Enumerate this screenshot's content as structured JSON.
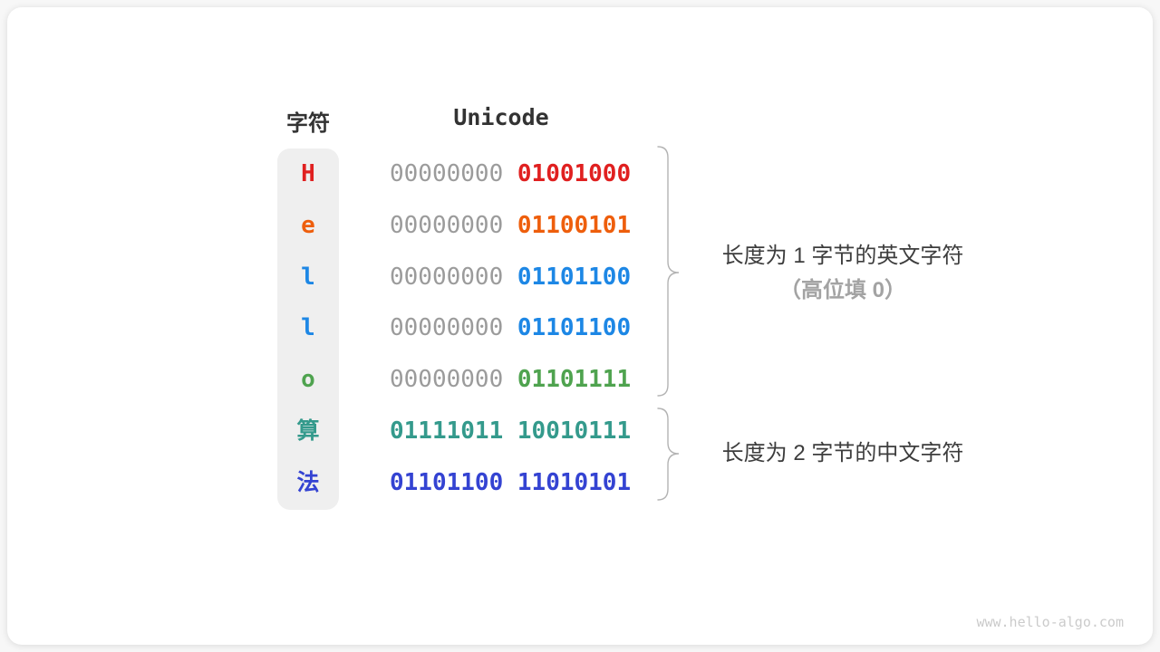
{
  "header": {
    "char_col": "字符",
    "unicode_col": "Unicode"
  },
  "rows": [
    {
      "char": "H",
      "color": "#e02020",
      "byte1": "00000000",
      "byte1_grey": true,
      "byte2": "01001000"
    },
    {
      "char": "e",
      "color": "#ee5e0c",
      "byte1": "00000000",
      "byte1_grey": true,
      "byte2": "01100101"
    },
    {
      "char": "l",
      "color": "#1d87e5",
      "byte1": "00000000",
      "byte1_grey": true,
      "byte2": "01101100"
    },
    {
      "char": "l",
      "color": "#1d87e5",
      "byte1": "00000000",
      "byte1_grey": true,
      "byte2": "01101100"
    },
    {
      "char": "o",
      "color": "#4fa34f",
      "byte1": "00000000",
      "byte1_grey": true,
      "byte2": "01101111"
    },
    {
      "char": "算",
      "color": "#349a8c",
      "byte1": "01111011",
      "byte1_grey": false,
      "byte2": "10010111"
    },
    {
      "char": "法",
      "color": "#3443d2",
      "byte1": "01101100",
      "byte1_grey": false,
      "byte2": "11010101"
    }
  ],
  "annotations": {
    "group1_line1": "长度为 1 字节的英文字符",
    "group1_line2": "（高位填 0）",
    "group2_line1": "长度为 2 字节的中文字符"
  },
  "watermark": "www.hello-algo.com",
  "colors": {
    "grey_bits": "#9b9b9b",
    "pill_bg": "#efefef",
    "brace": "#b3b3b3",
    "text_dark": "#3d3d3d",
    "text_grey": "#a3a3a3",
    "watermark": "#cbcbcb"
  },
  "layout_meta": {
    "row_top_centers": [
      192,
      249,
      306,
      362,
      419,
      476,
      533
    ]
  }
}
